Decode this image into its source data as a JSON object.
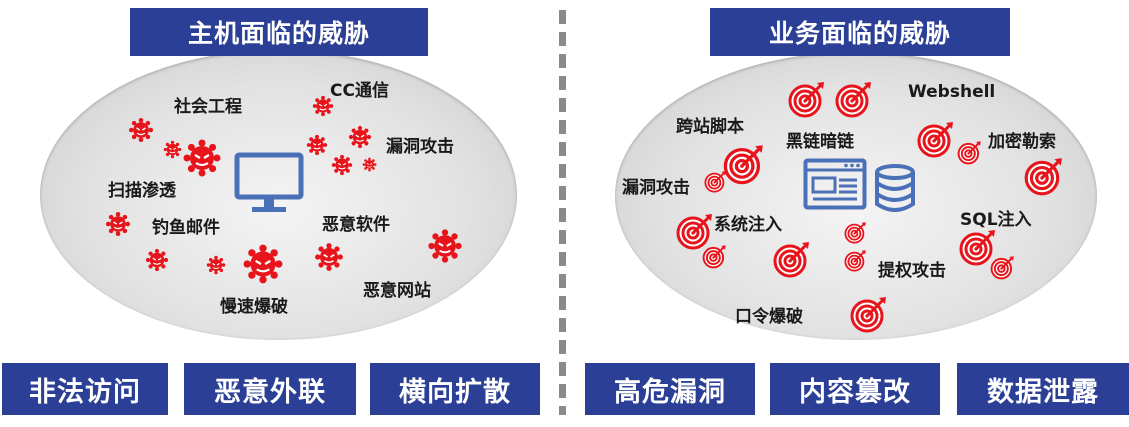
{
  "left": {
    "title": "主机面临的威胁",
    "labels": {
      "social": "社会工程",
      "cc": "CC通信",
      "vuln": "漏洞攻击",
      "scan": "扫描渗透",
      "phish": "钓鱼邮件",
      "malware": "恶意软件",
      "brute": "慢速爆破",
      "malsite": "恶意网站"
    },
    "buttons": [
      "非法访问",
      "恶意外联",
      "横向扩散"
    ]
  },
  "right": {
    "title": "业务面临的威胁",
    "labels": {
      "xss": "跨站脚本",
      "blacklink": "黑链暗链",
      "webshell": "Webshell",
      "ransom": "加密勒索",
      "vuln": "漏洞攻击",
      "sysinject": "系统注入",
      "sqli": "SQL注入",
      "privesc": "提权攻击",
      "pwbrute": "口令爆破"
    },
    "buttons": [
      "高危漏洞",
      "内容篡改",
      "数据泄露"
    ]
  },
  "colors": {
    "brand": "#2a3f95",
    "threat": "#e8141c",
    "icon_blue": "#4a70b8"
  },
  "icons": {
    "virus": "virus-icon",
    "target": "target-icon",
    "monitor": "monitor-icon",
    "webpage": "webpage-icon",
    "database": "database-icon"
  }
}
